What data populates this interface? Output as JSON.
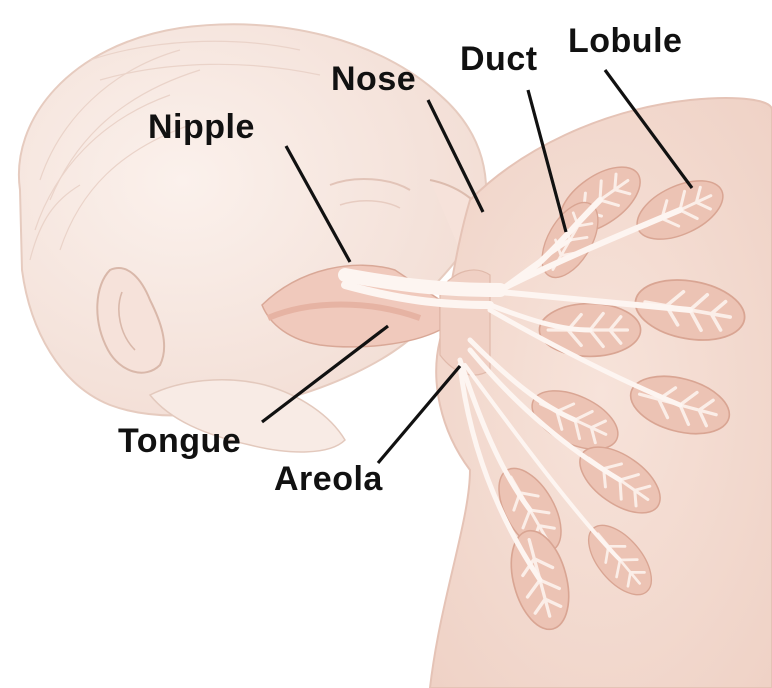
{
  "labels": {
    "lobule": "Lobule",
    "duct": "Duct",
    "nose": "Nose",
    "nipple": "Nipple",
    "tongue": "Tongue",
    "areola": "Areola"
  },
  "colors": {
    "skin": "#f7e6df",
    "breast": "#f5ddd3",
    "lobule_fill": "#ecc3b4",
    "lobule_stroke": "#d9a593",
    "duct": "#fdf5f1",
    "leader_line": "#111111"
  }
}
